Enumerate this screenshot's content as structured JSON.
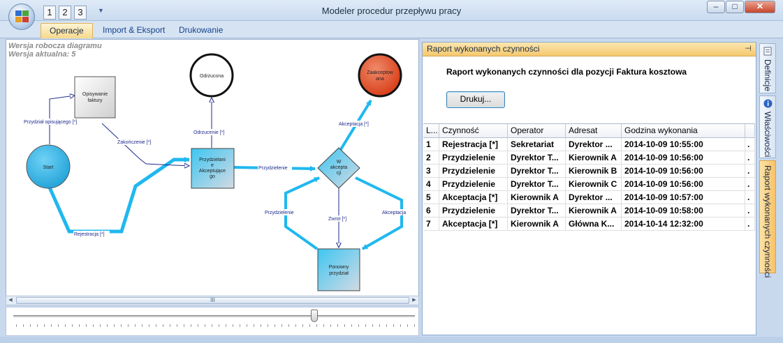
{
  "window": {
    "title": "Modeler procedur przepływu pracy",
    "qat_items": [
      "1",
      "2",
      "3"
    ],
    "minimize": "–",
    "maximize": "□",
    "close": "✕"
  },
  "ribbon": {
    "tabs": [
      {
        "label": "Operacje",
        "active": true
      },
      {
        "label": "Import & Eksport",
        "active": false
      },
      {
        "label": "Drukowanie",
        "active": false
      }
    ]
  },
  "diagram": {
    "draft_label": "Wersja robocza diagramu",
    "current_label": "Wersja aktualna: 5",
    "nodes": {
      "start": "Start",
      "describe": [
        "Opisywanie",
        "faktury"
      ],
      "rejected": "Odrzucona",
      "accepted": [
        "Zaakceptow",
        "ana"
      ],
      "assign": [
        "Przydzielani",
        "e",
        "Akceptujące",
        "go"
      ],
      "decision": [
        "W",
        "akcepta",
        "cji"
      ],
      "reassign": [
        "Ponowny",
        "przydział"
      ]
    },
    "edges": {
      "assign_describer": "Przydział opisującego [*]",
      "finish": "Zakończenie [*]",
      "registration": "Rejestracja [*]",
      "reject": "Odrzucenie [*]",
      "assignment": "Przydzielenie",
      "accept_top": "Akceptacja [*]",
      "return": "Zwrot [*]",
      "assignment_left": "Przydzielenie",
      "accept_right": "Akceptacja"
    },
    "scroll_grip": "III",
    "colors": {
      "accent": "#1fb8ef",
      "start": "#2ab3e8",
      "accepted": "#e24a22"
    }
  },
  "report_panel": {
    "header": "Raport wykonanych czynności",
    "title": "Raport wykonanych czynności dla pozycji Faktura kosztowa",
    "print_label": "Drukuj...",
    "columns": [
      "L...",
      "Czynność",
      "Operator",
      "Adresat",
      "Godzina wykonania",
      ""
    ],
    "rows": [
      [
        "1",
        "Rejestracja [*]",
        "Sekretariat",
        "Dyrektor ...",
        "2014-10-09 10:55:00",
        "."
      ],
      [
        "2",
        "Przydzielenie",
        "Dyrektor T...",
        "Kierownik A",
        "2014-10-09 10:56:00",
        "."
      ],
      [
        "3",
        "Przydzielenie",
        "Dyrektor T...",
        "Kierownik B",
        "2014-10-09 10:56:00",
        "."
      ],
      [
        "4",
        "Przydzielenie",
        "Dyrektor T...",
        "Kierownik C",
        "2014-10-09 10:56:00",
        "."
      ],
      [
        "5",
        "Akceptacja [*]",
        "Kierownik A",
        "Dyrektor ...",
        "2014-10-09 10:57:00",
        "."
      ],
      [
        "6",
        "Przydzielenie",
        "Dyrektor T...",
        "Kierownik A",
        "2014-10-09 10:58:00",
        "."
      ],
      [
        "7",
        "Akceptacja [*]",
        "Kierownik A",
        "Główna K...",
        "2014-10-14 12:32:00",
        "."
      ]
    ]
  },
  "side_tabs": [
    "Definicje",
    "Właściwości",
    "Raport wykonanych czynności"
  ],
  "timeline": {
    "value_fraction": 0.75
  }
}
